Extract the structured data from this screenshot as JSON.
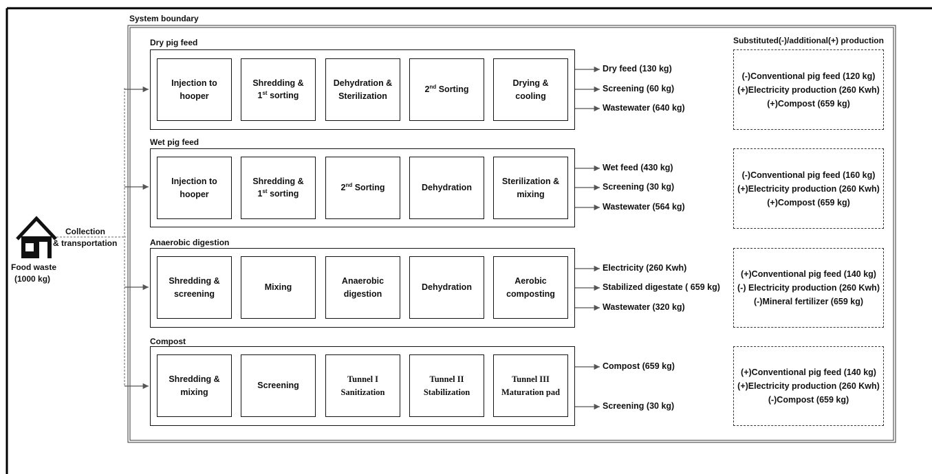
{
  "system_boundary_label": "System boundary",
  "substitution_header": "Substituted(-)/additional(+)  production",
  "source": {
    "collection_label_1": "Collection",
    "collection_label_2": "& transportation",
    "food_waste_label_1": "Food waste",
    "food_waste_label_2": "(1000 kg)"
  },
  "sup_st": "st",
  "sup_nd": "nd",
  "rows": [
    {
      "title": "Dry pig feed",
      "steps": [
        {
          "l1": "Injection to",
          "l2": "hooper"
        },
        {
          "l1": "Shredding &",
          "l2a": "1",
          "l2b": " sorting"
        },
        {
          "l1": "Dehydration &",
          "l2": "Sterilization"
        },
        {
          "a": "2",
          "b": " Sorting"
        },
        {
          "l1": "Drying &",
          "l2": "cooling"
        }
      ],
      "outputs": [
        "Dry feed (130 kg)",
        "Screening (60 kg)",
        "Wastewater (640 kg)"
      ],
      "substitution": [
        "(-)Conventional pig feed (120 kg)",
        "(+)Electricity production (260 Kwh)",
        "(+)Compost (659 kg)"
      ]
    },
    {
      "title": "Wet pig feed",
      "steps": [
        {
          "l1": "Injection to",
          "l2": "hooper"
        },
        {
          "l1": "Shredding &",
          "l2a": "1",
          "l2b": " sorting"
        },
        {
          "a": "2",
          "b": " Sorting"
        },
        {
          "l1": "Dehydration"
        },
        {
          "l1": "Sterilization &",
          "l2": "mixing"
        }
      ],
      "outputs": [
        "Wet feed (430 kg)",
        "Screening (30 kg)",
        "Wastewater (564 kg)"
      ],
      "substitution": [
        "(-)Conventional pig feed (160 kg)",
        "(+)Electricity production (260 Kwh)",
        "(+)Compost (659 kg)"
      ]
    },
    {
      "title": "Anaerobic digestion",
      "steps": [
        {
          "l1": "Shredding &",
          "l2": "screening"
        },
        {
          "l1": "Mixing"
        },
        {
          "l1": "Anaerobic",
          "l2": "digestion"
        },
        {
          "l1": "Dehydration"
        },
        {
          "l1": "Aerobic",
          "l2": "composting"
        }
      ],
      "outputs": [
        "Electricity (260 Kwh)",
        "Stabilized digestate ( 659 kg)",
        "Wastewater (320 kg)"
      ],
      "substitution": [
        "(+)Conventional pig feed (140 kg)",
        "(-) Electricity production (260 Kwh)",
        "(-)Mineral fertilizer (659 kg)"
      ]
    },
    {
      "title": "Compost",
      "steps": [
        {
          "l1": "Shredding &",
          "l2": "mixing"
        },
        {
          "l1": "Screening"
        },
        {
          "l1": "Tunnel I",
          "l2": "Sanitization"
        },
        {
          "l1": "Tunnel II",
          "l2": "Stabilization"
        },
        {
          "l1": "Tunnel III",
          "l2": "Maturation pad"
        }
      ],
      "outputs": [
        "Compost (659 kg)",
        "Screening (30 kg)"
      ],
      "substitution": [
        "(+)Conventional pig feed (140 kg)",
        "(+)Electricity production (260 Kwh)",
        "(-)Compost (659 kg)"
      ]
    }
  ]
}
